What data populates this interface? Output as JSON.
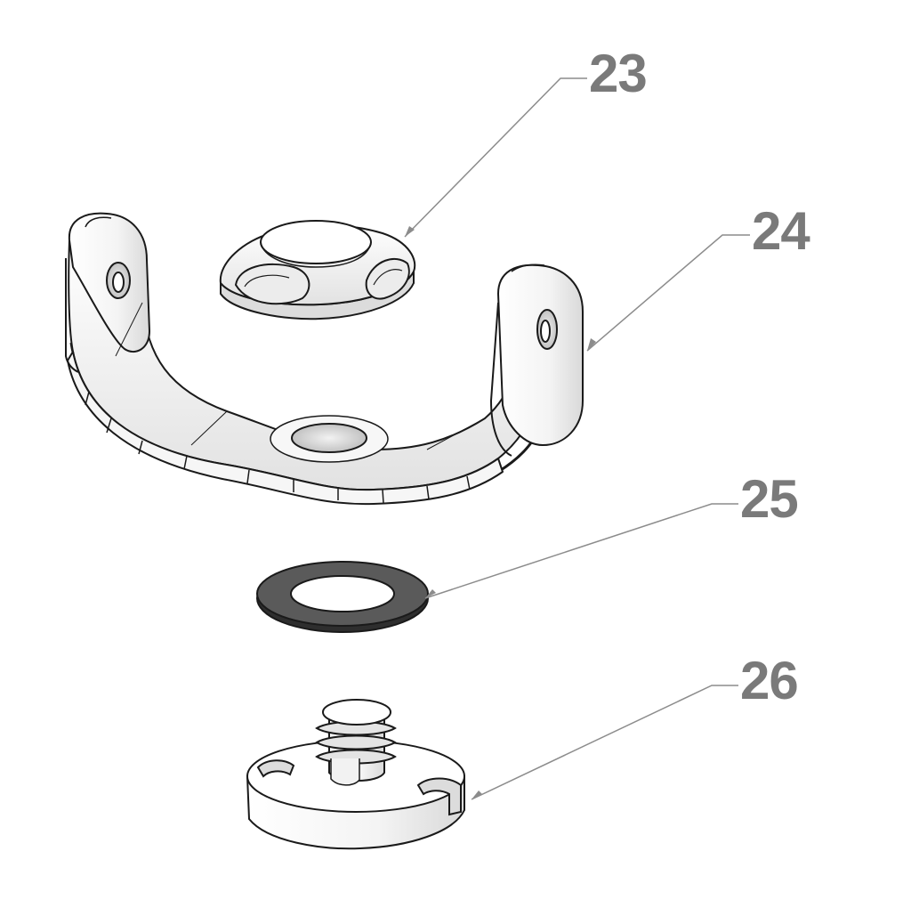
{
  "callouts": [
    {
      "number": "23",
      "part": "thumb-knob"
    },
    {
      "number": "24",
      "part": "u-bracket"
    },
    {
      "number": "25",
      "part": "washer"
    },
    {
      "number": "26",
      "part": "screw-base"
    }
  ],
  "colors": {
    "label": "#7a7a7a",
    "leader": "#8c8c8c",
    "outline": "#1a1a1a",
    "part_fill": "#ffffff",
    "part_shade": "#e6e6e6",
    "washer_dark": "#3a3a3a"
  }
}
